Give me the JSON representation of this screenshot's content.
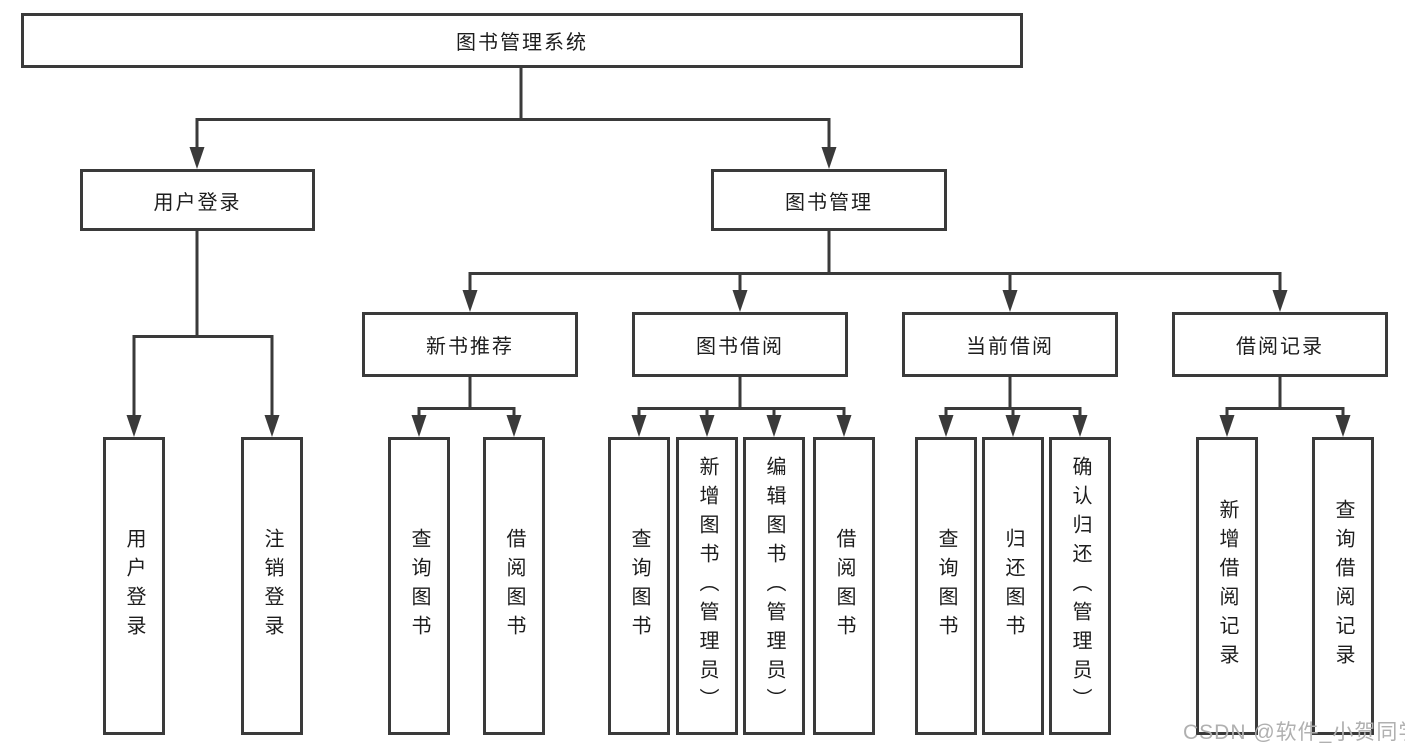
{
  "diagram": {
    "title_node": "图书管理系统",
    "level1": [
      {
        "label": "用户登录"
      },
      {
        "label": "图书管理"
      }
    ],
    "level2": [
      {
        "label": "新书推荐"
      },
      {
        "label": "图书借阅"
      },
      {
        "label": "当前借阅"
      },
      {
        "label": "借阅记录"
      }
    ],
    "leaves": {
      "user_login": [
        "用户登录",
        "注销登录"
      ],
      "new_books": [
        "查询图书",
        "借阅图书"
      ],
      "book_borrow": [
        "查询图书",
        "新增图书（管理员）",
        "编辑图书（管理员）",
        "借阅图书"
      ],
      "current_borrow": [
        "查询图书",
        "归还图书",
        "确认归还（管理员）"
      ],
      "borrow_records": [
        "新增借阅记录",
        "查询借阅记录"
      ]
    },
    "colors": {
      "line": "#3a3a3a",
      "box_border": "#3a3a3a",
      "text": "#1d1d1d",
      "watermark": "#b0b0b0",
      "background": "#ffffff"
    }
  },
  "watermark": {
    "text": "CSDN @软件_小贺同学"
  }
}
